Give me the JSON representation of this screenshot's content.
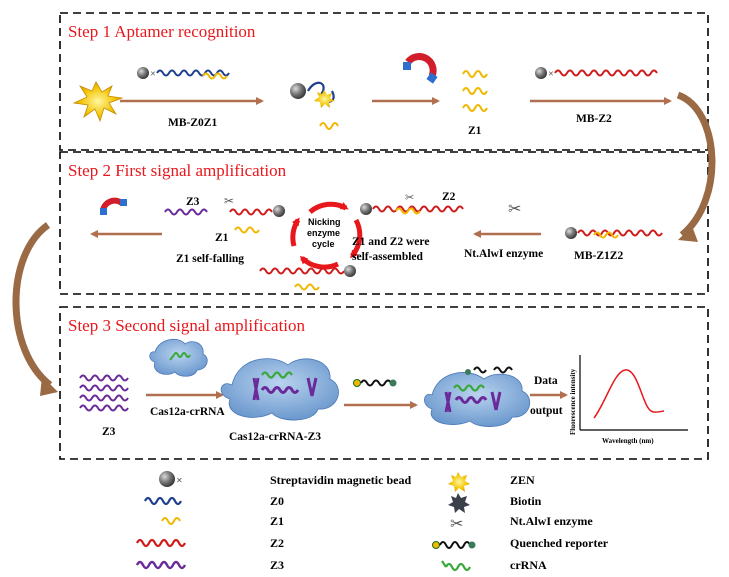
{
  "steps": [
    {
      "title": "Step 1 Aptamer recognition"
    },
    {
      "title": "Step 2 First signal amplification"
    },
    {
      "title": "Step 3 Second signal amplification"
    }
  ],
  "step1": {
    "mb_z0z1": "MB-Z0Z1",
    "z1": "Z1",
    "mb_z2": "MB-Z2"
  },
  "step2": {
    "z3": "Z3",
    "z1": "Z1",
    "z1_falling": "Z1 self-falling",
    "cycle": [
      "Nicking",
      "enzyme",
      "cycle"
    ],
    "z2": "Z2",
    "assembled": [
      "Z1 and Z2 were",
      "self-assembled"
    ],
    "enzyme": "Nt.AlwI enzyme",
    "mb_z1z2": "MB-Z1Z2"
  },
  "step3": {
    "z3": "Z3",
    "cas": "Cas12a-crRNA",
    "cas_z3": "Cas12a-crRNA-Z3",
    "data_output": [
      "Data",
      "output"
    ],
    "plot_ylabel": "Fluorescence intensity",
    "plot_xlabel": "Wavelength (nm)"
  },
  "legend": [
    {
      "label": "Streptavidin magnetic bead",
      "icon": "magnetic-bead"
    },
    {
      "label": "Z0",
      "icon": "navy-strand"
    },
    {
      "label": "Z1",
      "icon": "yellow-strand"
    },
    {
      "label": "Z2",
      "icon": "red-strand"
    },
    {
      "label": "Z3",
      "icon": "purple-strand"
    },
    {
      "label": "ZEN",
      "icon": "zen-star"
    },
    {
      "label": "Biotin",
      "icon": "biotin-star"
    },
    {
      "label": "Nt.AlwI enzyme",
      "icon": "scissors"
    },
    {
      "label": "Quenched reporter",
      "icon": "reporter"
    },
    {
      "label": "crRNA",
      "icon": "crrna"
    }
  ],
  "colors": {
    "title": "#e8171c",
    "arrow": "#b07050",
    "z0": "#1f3f8f",
    "z1": "#f0b800",
    "z2": "#d01c1c",
    "z3": "#6a2a9a",
    "crrna": "#3aa83a",
    "cas": "#7aa7d8"
  }
}
